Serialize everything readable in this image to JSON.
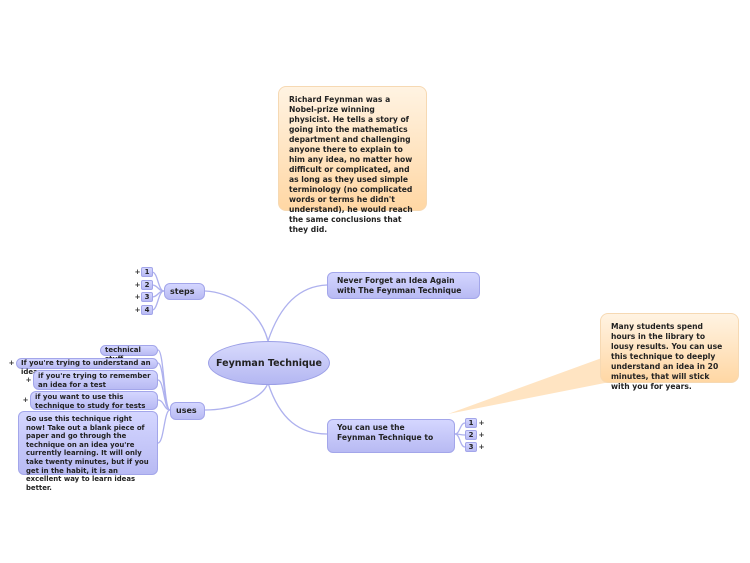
{
  "central": "Feynman Technique",
  "steps": {
    "label": "steps",
    "items": [
      "1",
      "2",
      "3",
      "4"
    ]
  },
  "uses": {
    "label": "uses",
    "items": [
      "technical stuff",
      "If you're trying to understand an idea",
      "if you're trying to remember an idea for a test",
      "if you want to use this technique to study for tests",
      "Go use this technique right now! Take out a blank piece of paper and go through the technique on an idea you're currently learning. It will only take twenty minutes, but if you get in the habit, it is an excellent way to learn ideas better."
    ]
  },
  "title_node": "Never Forget an Idea Again with The Feynman Technique",
  "use_node": {
    "label": "You can use the Feynman Technique to",
    "items": [
      "1",
      "2",
      "3"
    ]
  },
  "note_feynman": "Richard Feynman was a Nobel-prize winning physicist. He tells a story of going into the mathematics department and challenging anyone there to explain to him any idea, no matter how difficult or complicated, and as long as they used simple terminology (no complicated words or terms he didn't understand), he would reach the same conclusions that they did.",
  "note_students": "Many students spend hours in the library to lousy results. You can use this technique to deeply understand an idea in 20 minutes, that will stick with you for years."
}
